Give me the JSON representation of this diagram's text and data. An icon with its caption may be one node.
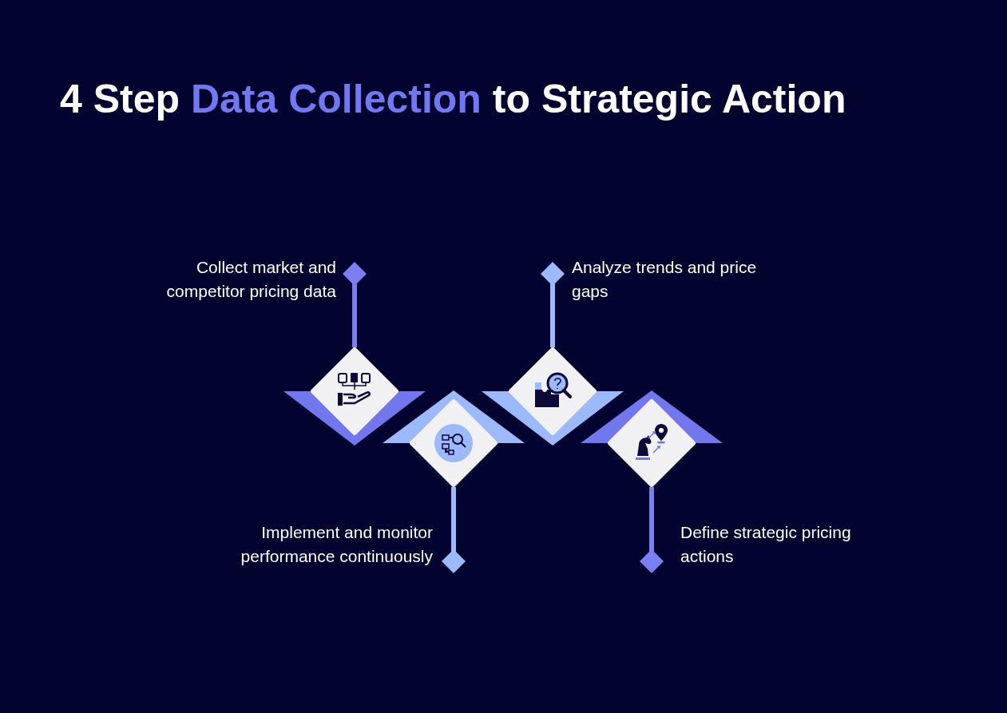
{
  "diagram": {
    "title": "4 Step **Data Collection** to Strategic Action",
    "nodes": [
      {
        "text": [
          "Collect market and competitor pricing data"
        ]
      },
      {
        "text": [
          "Analyze trends and price gaps"
        ]
      },
      {
        "text": [],
        "shape": "diamond"
      },
      {
        "text": [],
        "shape": "diamond"
      },
      {
        "text": [],
        "shape": "diamond"
      },
      {
        "text": [],
        "shape": "diamond"
      },
      {
        "text": [
          "Implement and monitor performance continuously"
        ]
      },
      {
        "text": [
          "Define strategic pricing actions"
        ]
      }
    ],
    "edges": [
      {
        "from": 2,
        "to": 0,
        "arrow": "other",
        "color": "#7b7ff0"
      },
      {
        "from": 4,
        "to": 1,
        "arrow": "other",
        "color": "#9bb9fb"
      },
      {
        "from": 3,
        "to": 6,
        "arrow": "other",
        "color": "#9bb9fb"
      },
      {
        "from": 5,
        "to": 7,
        "arrow": "other",
        "color": "#7b7ff0"
      }
    ]
  }
}
